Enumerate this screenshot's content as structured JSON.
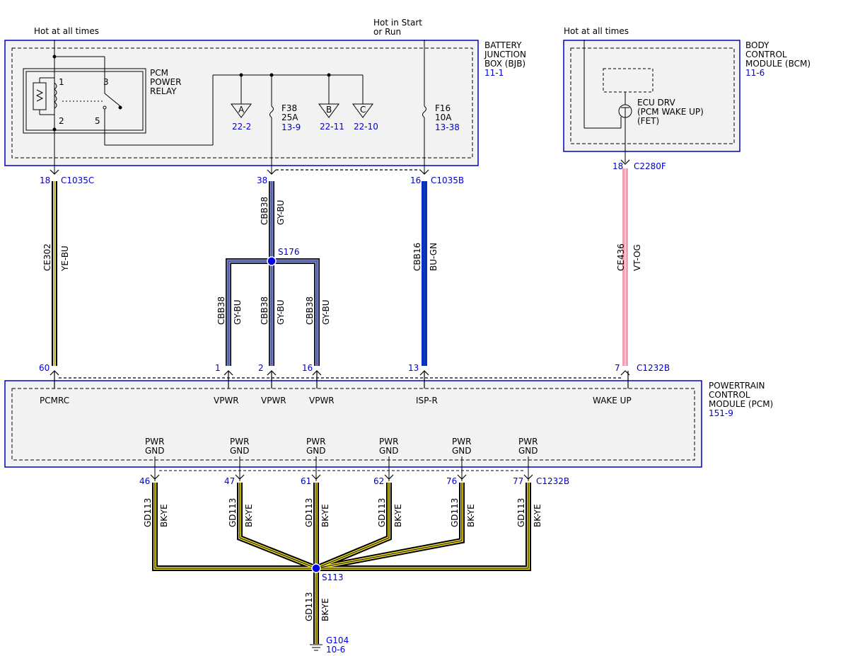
{
  "labels": {
    "hot_all_times_left": "Hot at all times",
    "hot_start_1": "Hot in Start",
    "hot_start_2": "or Run",
    "hot_all_times_right": "Hot at all times"
  },
  "bjb": {
    "name": [
      "BATTERY",
      "JUNCTION",
      "BOX (BJB)"
    ],
    "ref": "11-1"
  },
  "bcm": {
    "name": [
      "BODY",
      "CONTROL",
      "MODULE (BCM)"
    ],
    "ref": "11-6",
    "ecu": [
      "ECU DRV",
      "(PCM WAKE UP)",
      "(FET)"
    ]
  },
  "pcm": {
    "name": [
      "POWERTRAIN",
      "CONTROL",
      "MODULE (PCM)"
    ],
    "ref": "151-9"
  },
  "relay": {
    "name": [
      "PCM",
      "POWER",
      "RELAY"
    ],
    "pins": [
      "1",
      "3",
      "2",
      "5"
    ]
  },
  "fuses": {
    "f38": [
      "F38",
      "25A",
      "13-9"
    ],
    "f16": [
      "F16",
      "10A",
      "13-38"
    ]
  },
  "refs": {
    "A": {
      "letter": "A",
      "page": "22-2"
    },
    "B": {
      "letter": "B",
      "page": "22-11"
    },
    "C": {
      "letter": "C",
      "page": "22-10"
    }
  },
  "top_pins": {
    "p18": "18",
    "c1035c": "C1035C",
    "p38": "38",
    "p16": "16",
    "c1035b": "C1035B",
    "p18b": "18",
    "c2280f": "C2280F"
  },
  "wires": {
    "ce302": {
      "circuit": "CE302",
      "color": "YE-BU"
    },
    "cbb38": {
      "circuit": "CBB38",
      "color": "GY-BU"
    },
    "cbb16": {
      "circuit": "CBB16",
      "color": "BU-GN"
    },
    "ce436": {
      "circuit": "CE436",
      "color": "VT-OG"
    },
    "gd113": {
      "circuit": "GD113",
      "color": "BK-YE"
    }
  },
  "splices": {
    "s176": "S176",
    "s113": "S113"
  },
  "pcm_pins": {
    "p60": "60",
    "p1": "1",
    "p2": "2",
    "p16": "16",
    "p13": "13",
    "p7": "7",
    "c1232b": "C1232B"
  },
  "pcm_signals": {
    "pcmrc": "PCMRC",
    "vpwr": "VPWR",
    "ispr": "ISP-R",
    "wakeup": "WAKE UP",
    "pwr": "PWR",
    "gnd": "GND"
  },
  "gnd_pins": [
    "46",
    "47",
    "61",
    "62",
    "76",
    "77"
  ],
  "gnd_connector": "C1232B",
  "ground": {
    "name": "G104",
    "ref": "10-6"
  },
  "colors": {
    "module_border": "#0000cc",
    "module_fill": "#f2f2f2",
    "ye_bu": "#e9e44a",
    "gy_bu": "#8088c0",
    "bu_gn": "#0a2cc8",
    "vt_og": "#f0a0b0",
    "bk_ye": "#f2e020"
  }
}
